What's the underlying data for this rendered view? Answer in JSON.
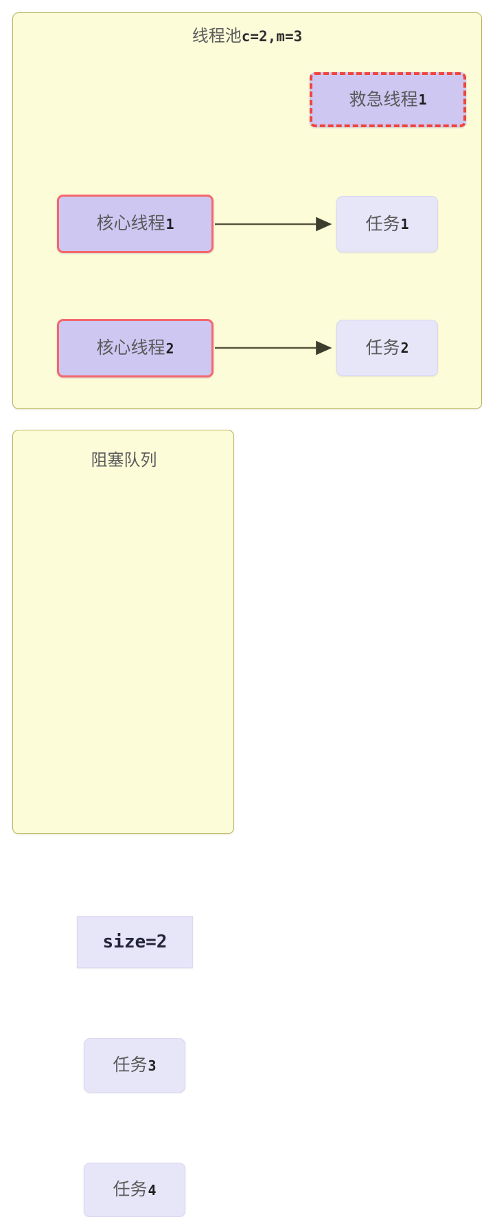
{
  "diagram": {
    "thread_pool": {
      "title_cn": "线程池",
      "title_params": "c=2,m=3",
      "emergency_threads": [
        {
          "label_cn": "救急线程",
          "label_num": "1"
        }
      ],
      "core_threads": [
        {
          "label_cn": "核心线程",
          "label_num": "1"
        },
        {
          "label_cn": "核心线程",
          "label_num": "2"
        }
      ],
      "running_tasks": [
        {
          "label_cn": "任务",
          "label_num": "1"
        },
        {
          "label_cn": "任务",
          "label_num": "2"
        }
      ],
      "connections": [
        {
          "from": "核心线程1",
          "to": "任务1"
        },
        {
          "from": "核心线程2",
          "to": "任务2"
        }
      ]
    },
    "blocking_queue": {
      "title": "阻塞队列",
      "size_label": "size=2",
      "queued_tasks": [
        {
          "label_cn": "任务",
          "label_num": "3"
        },
        {
          "label_cn": "任务",
          "label_num": "4"
        }
      ]
    },
    "colors": {
      "container_fill": "#fcfcd9",
      "container_border": "#b5b55f",
      "thread_fill": "#cdc7f2",
      "thread_border": "#f4676c",
      "emergency_border": "#f0453f",
      "task_fill": "#e7e5f8",
      "task_border": "#d9d5f0",
      "arrow": "#4a4a38",
      "text": "#5a5a5a"
    }
  }
}
